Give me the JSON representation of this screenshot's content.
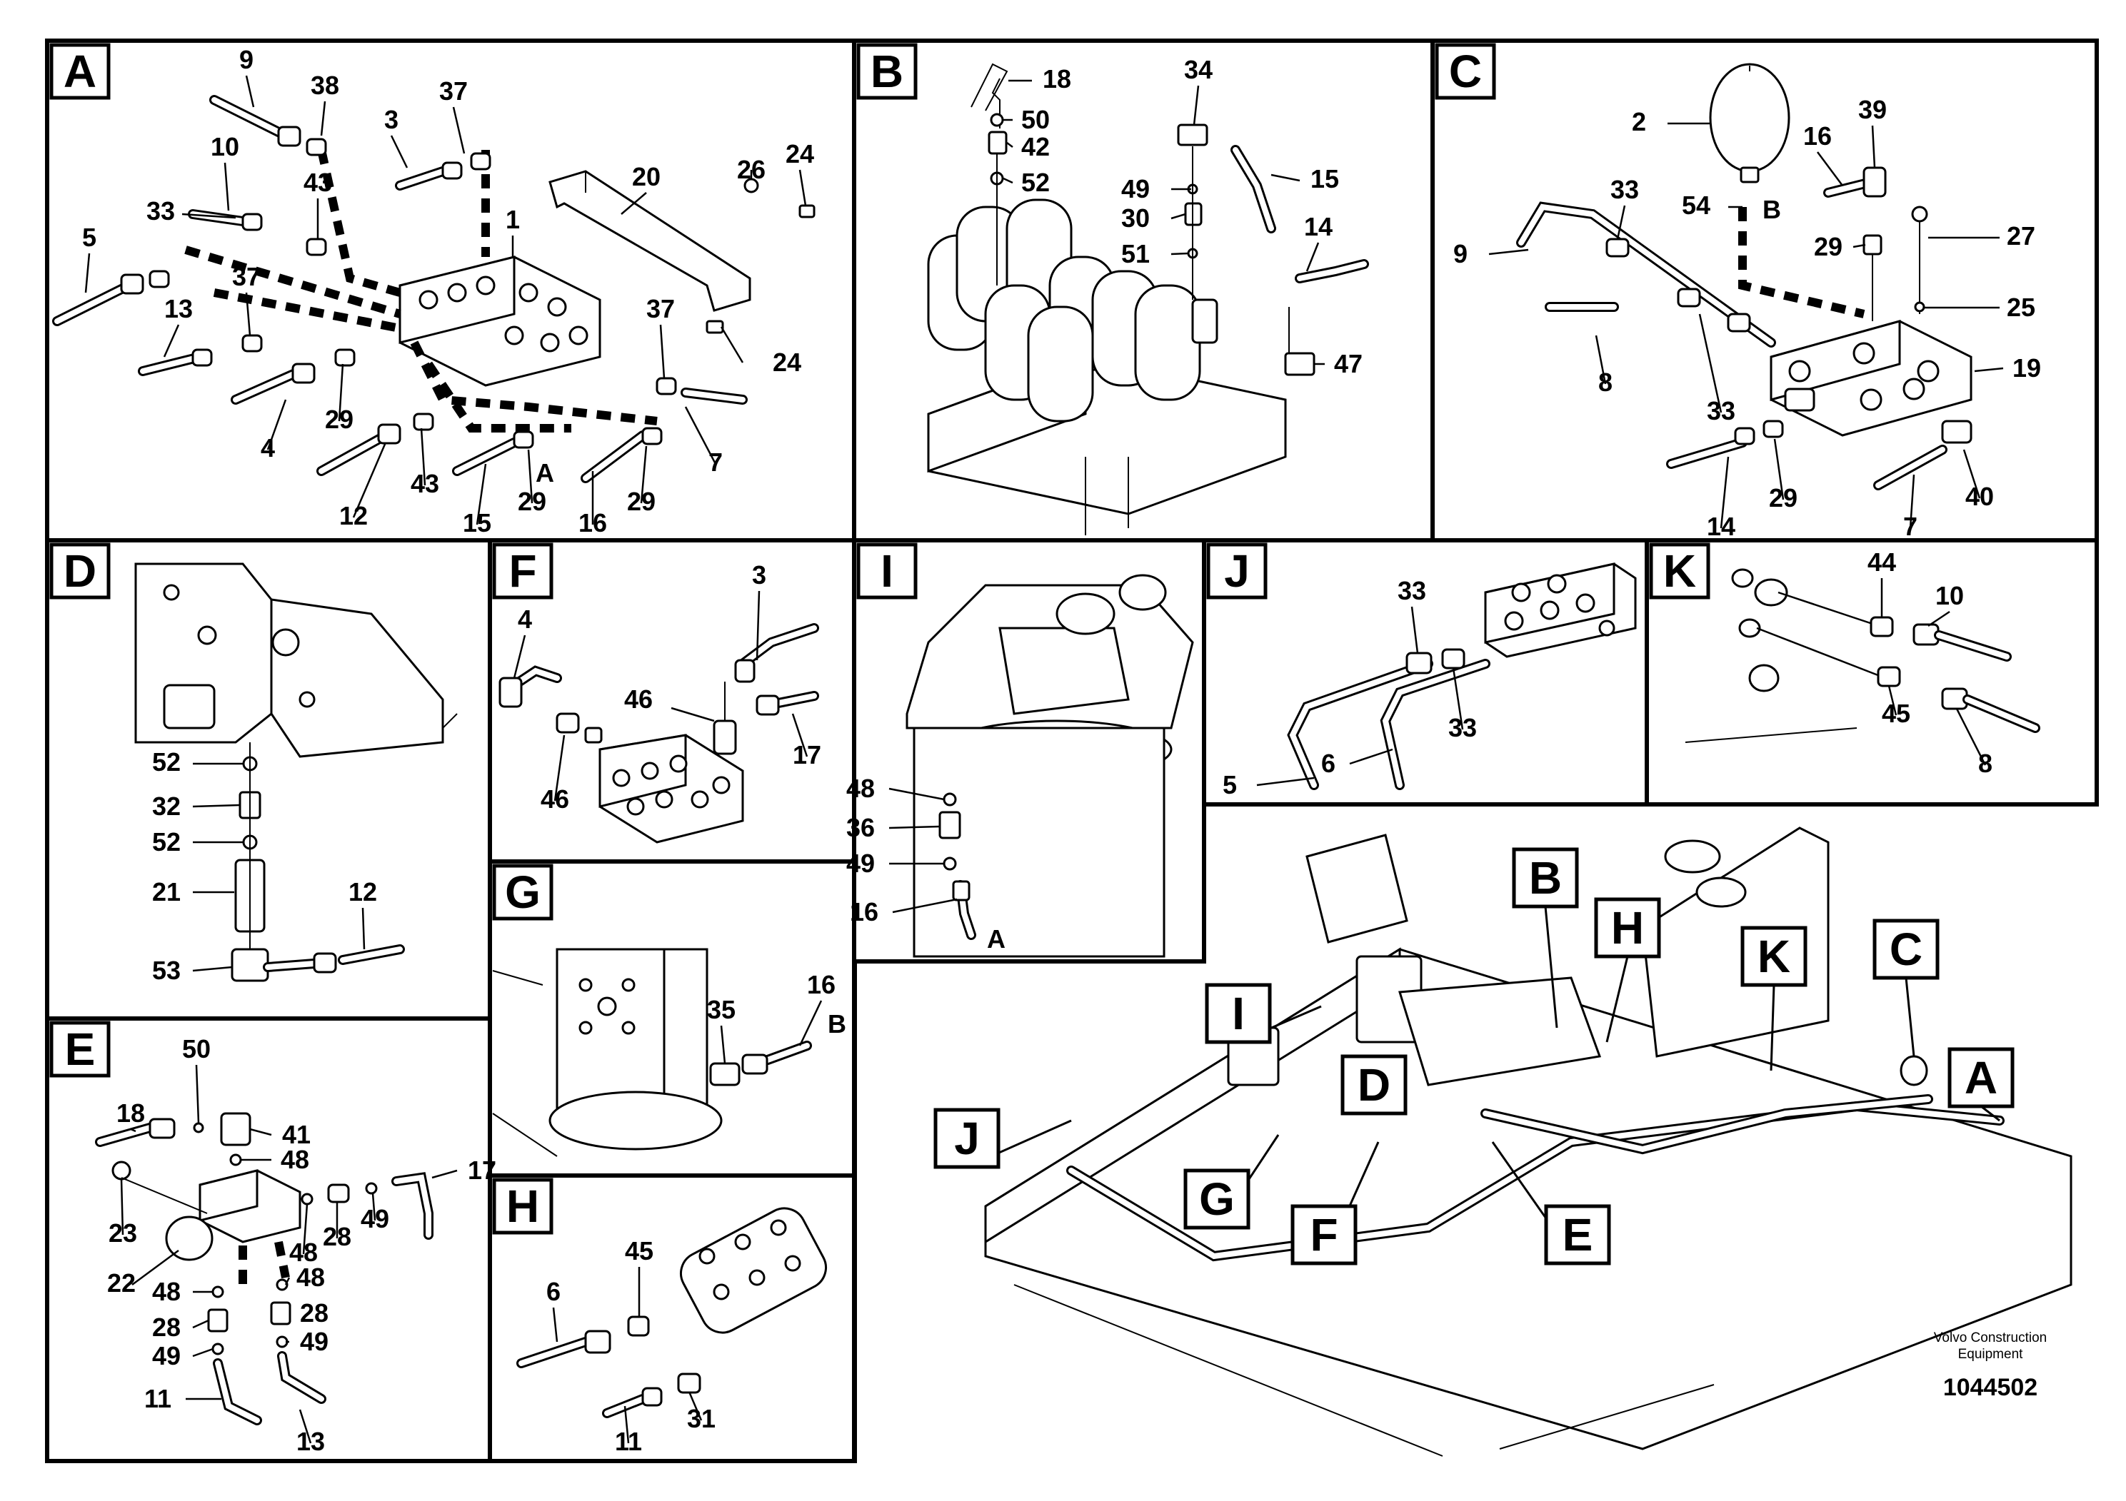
{
  "panels": [
    {
      "id": "A",
      "labels": [
        "9",
        "38",
        "3",
        "37",
        "10",
        "33",
        "43",
        "1",
        "20",
        "26",
        "24",
        "5",
        "13",
        "37",
        "37",
        "24",
        "4",
        "29",
        "7",
        "12",
        "43",
        "15",
        "29",
        "A",
        "16",
        "29"
      ]
    },
    {
      "id": "B",
      "labels": [
        "18",
        "50",
        "42",
        "52",
        "34",
        "49",
        "30",
        "51",
        "15",
        "14",
        "47"
      ]
    },
    {
      "id": "C",
      "labels": [
        "2",
        "39",
        "16",
        "B",
        "54",
        "33",
        "9",
        "29",
        "27",
        "25",
        "8",
        "33",
        "19",
        "14",
        "29",
        "7",
        "40"
      ]
    },
    {
      "id": "D",
      "labels": [
        "52",
        "32",
        "52",
        "21",
        "12",
        "53"
      ]
    },
    {
      "id": "E",
      "labels": [
        "18",
        "50",
        "41",
        "48",
        "17",
        "23",
        "28",
        "49",
        "22",
        "48",
        "48",
        "48",
        "28",
        "28",
        "49",
        "49",
        "11",
        "13"
      ]
    },
    {
      "id": "F",
      "labels": [
        "3",
        "4",
        "46",
        "17",
        "46"
      ]
    },
    {
      "id": "G",
      "labels": [
        "35",
        "16",
        "B"
      ]
    },
    {
      "id": "H",
      "labels": [
        "45",
        "6",
        "11",
        "31"
      ]
    },
    {
      "id": "I",
      "labels": [
        "48",
        "36",
        "49",
        "16",
        "A"
      ]
    },
    {
      "id": "J",
      "labels": [
        "33",
        "33",
        "5",
        "6"
      ]
    },
    {
      "id": "K",
      "labels": [
        "44",
        "10",
        "45",
        "8"
      ]
    }
  ],
  "overview_tags": [
    "B",
    "H",
    "K",
    "C",
    "A",
    "I",
    "D",
    "J",
    "G",
    "F",
    "E"
  ],
  "footer": {
    "company_line1": "Volvo Construction",
    "company_line2": "Equipment",
    "doc_number": "1044502"
  }
}
